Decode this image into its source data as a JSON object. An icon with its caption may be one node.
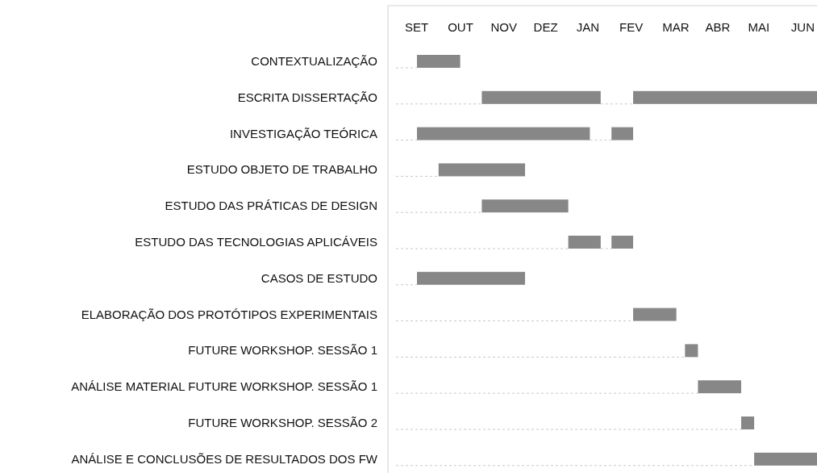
{
  "diagram": {
    "labels": [
      "SET",
      "OUT",
      "NOV",
      "DEZ",
      "JAN",
      "FEV",
      "MAR",
      "ABR",
      "MAI",
      "JUN",
      "CONTEXTUALIZAÇÃO",
      "ESCRITA DISSERTAÇÃO",
      "INVESTIGAÇÃO TEÓRICA",
      "ESTUDO OBJETO DE TRABALHO",
      "ESTUDO DAS PRÁTICAS DE DESIGN",
      "ESTUDO DAS TECNOLOGIAS APLICÁVEIS",
      "CASOS DE ESTUDO",
      "ELABORAÇÃO DOS PROTÓTIPOS EXPERIMENTAIS",
      "FUTURE WORKSHOP. SESSÃO 1",
      "ANÁLISE MATERIAL FUTURE WORKSHOP. SESSÃO 1",
      "FUTURE WORKSHOP. SESSÃO 2",
      "ANÁLISE E CONCLUSÕES DE RESULTADOS DOS FW"
    ]
  }
}
